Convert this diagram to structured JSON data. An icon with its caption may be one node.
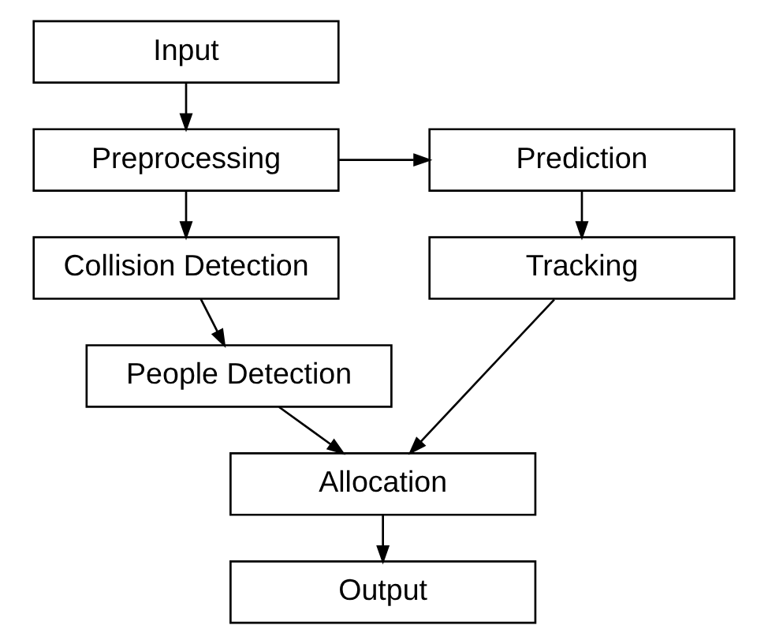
{
  "diagram": {
    "nodes": [
      {
        "text": [
          "Input"
        ]
      },
      {
        "text": [
          "Prediction"
        ]
      },
      {
        "text": [
          "Preprocessing"
        ]
      },
      {
        "text": [
          "Tracking"
        ]
      },
      {
        "text": [
          "Collision Detection"
        ]
      },
      {
        "text": [
          "People Detection"
        ]
      },
      {
        "text": [
          "Allocation"
        ]
      },
      {
        "text": [
          "Output"
        ]
      }
    ],
    "edges": [
      {
        "from": 0,
        "to": 2,
        "arrow": "to"
      },
      {
        "from": 2,
        "to": 1,
        "arrow": "to"
      },
      {
        "from": 1,
        "to": 3,
        "arrow": "to"
      },
      {
        "from": 2,
        "to": 4,
        "arrow": "to"
      },
      {
        "from": 4,
        "to": 5,
        "arrow": "to"
      },
      {
        "from": 5,
        "to": 6,
        "arrow": "to"
      },
      {
        "from": 3,
        "to": 6,
        "arrow": "to"
      },
      {
        "from": 6,
        "to": 7,
        "arrow": "to"
      }
    ]
  }
}
